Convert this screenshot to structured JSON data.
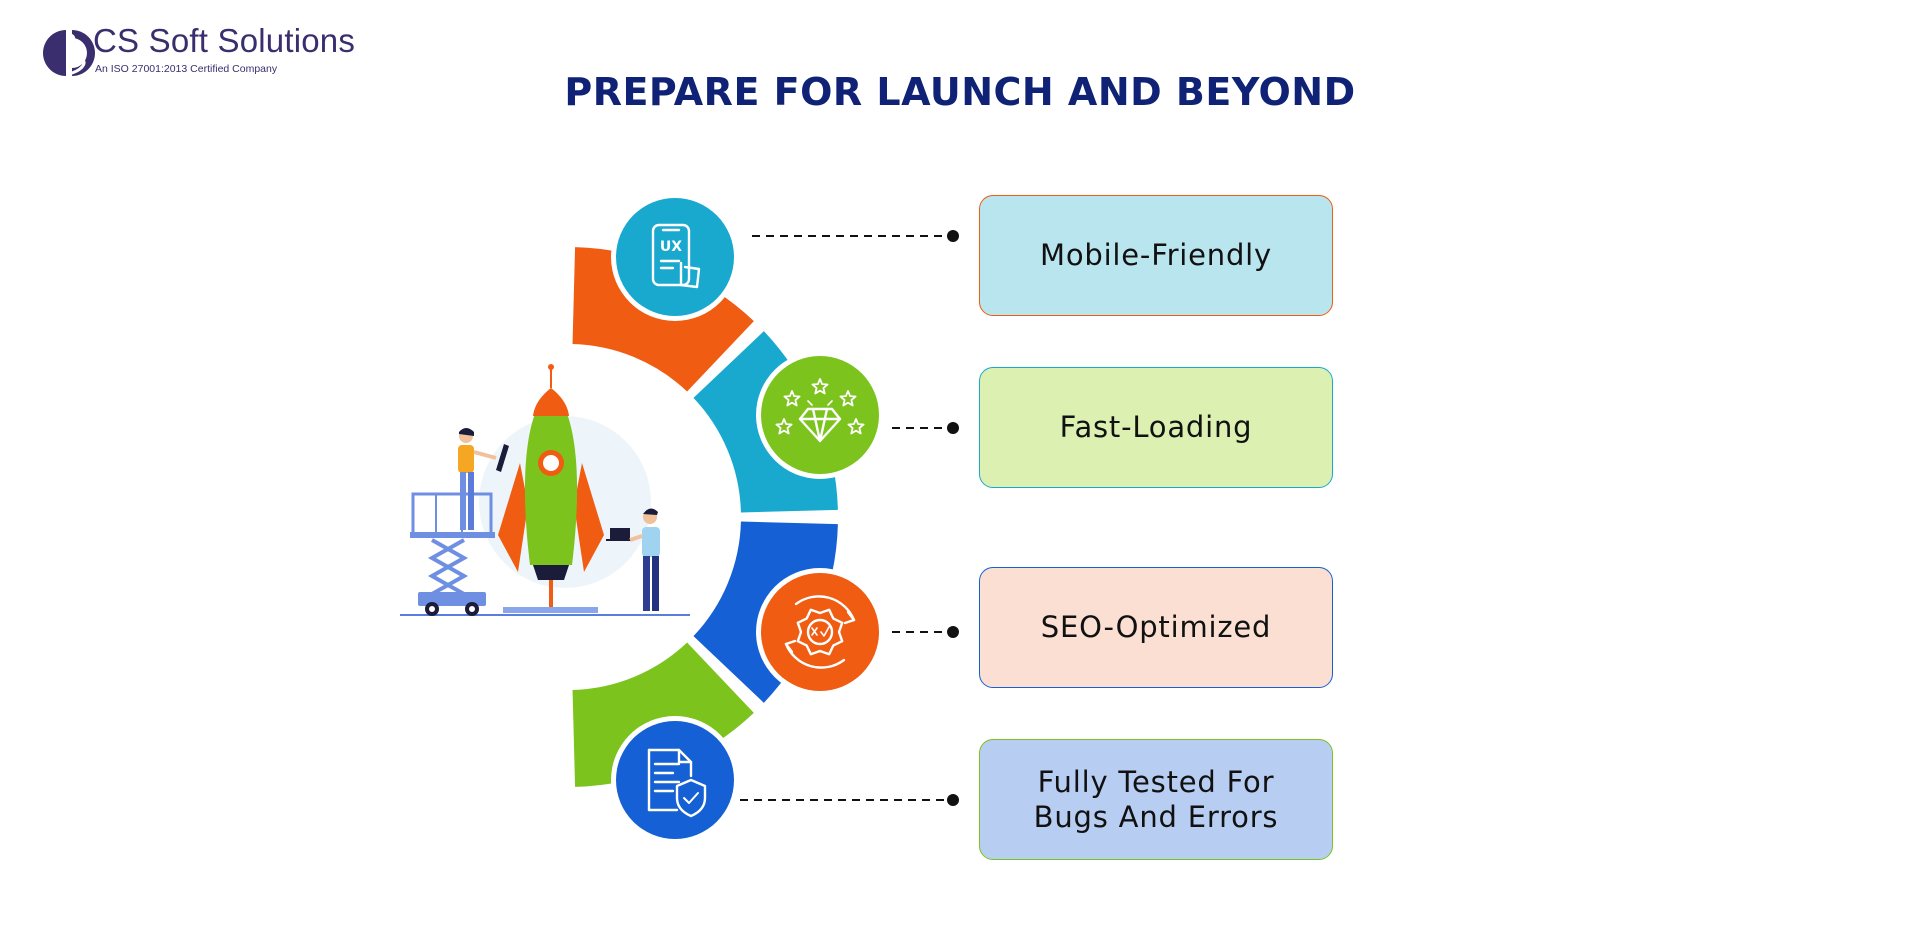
{
  "brand": {
    "name": "CS Soft Solutions",
    "tagline": "An ISO 27001:2013 Certified Company"
  },
  "title": "PREPARE FOR LAUNCH AND BEYOND",
  "features": [
    {
      "label": "Mobile-Friendly",
      "icon": "mobile-ux-icon",
      "ring_color": "#ef5c12",
      "icon_bg": "#19a9cf",
      "card_bg": "#b9e5ef",
      "card_border": "#ef5c12"
    },
    {
      "label": "Fast-Loading",
      "icon": "diamond-stars-icon",
      "ring_color": "#19a9cf",
      "icon_bg": "#7cc41d",
      "card_bg": "#dcf0b2",
      "card_border": "#19a9cf"
    },
    {
      "label": "SEO-Optimized",
      "icon": "gear-cycle-icon",
      "ring_color": "#1560d4",
      "icon_bg": "#ef5c12",
      "card_bg": "#fadfd2",
      "card_border": "#1560d4"
    },
    {
      "label": "Fully Tested For Bugs And Errors",
      "icon": "document-shield-icon",
      "ring_color": "#7cc41d",
      "icon_bg": "#1560d4",
      "card_bg": "#b8cdf2",
      "card_border": "#7cc41d"
    }
  ]
}
